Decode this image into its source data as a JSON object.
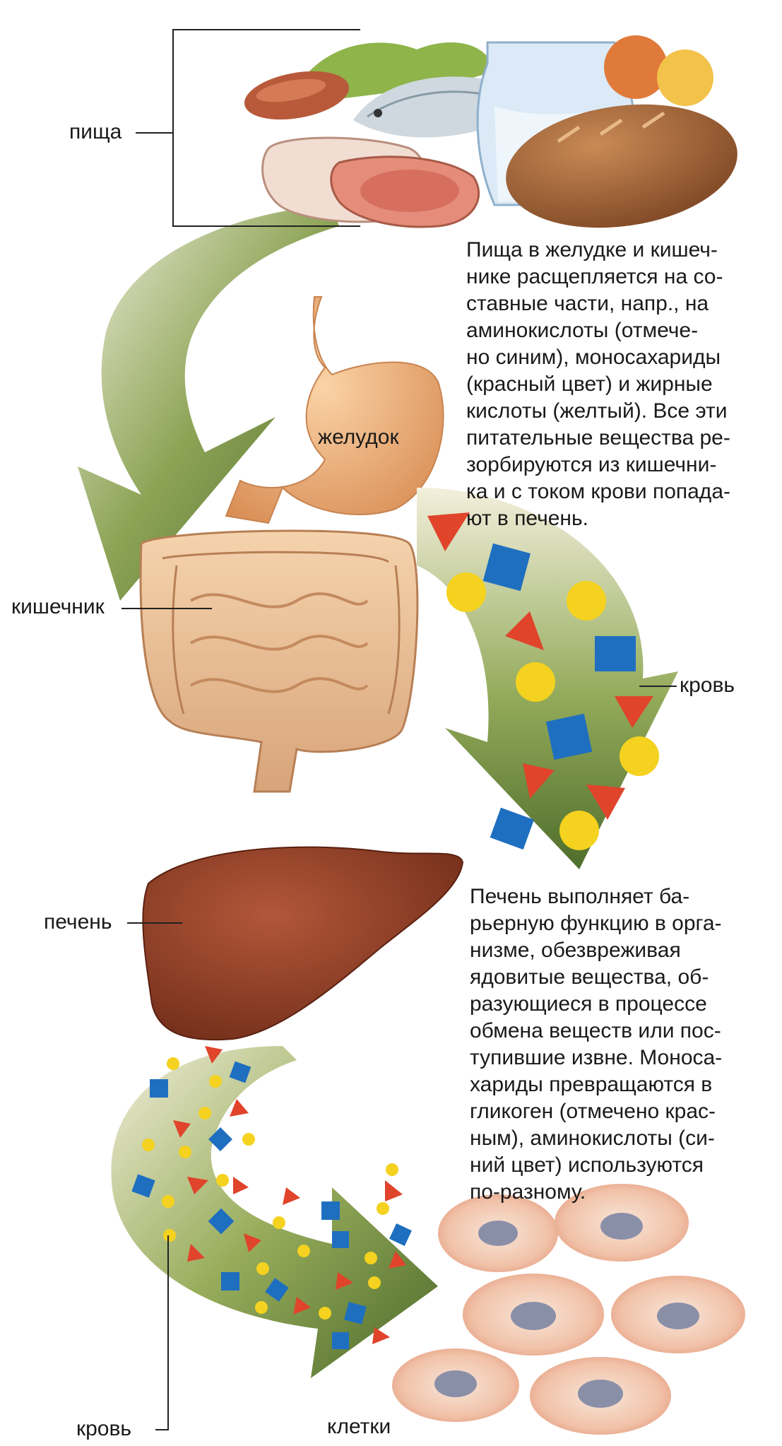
{
  "labels": {
    "food": "пища",
    "stomach": "желудок",
    "intestine": "кишечник",
    "blood_top": "кровь",
    "liver": "печень",
    "blood_bottom": "кровь",
    "cells": "клетки"
  },
  "paragraph_digestion": [
    "Пища в желудке и кишеч-",
    "нике расщепляется на со-",
    "ставные части, напр., на",
    "аминокислоты (отмече-",
    "но синим), моносахариды",
    "(красный цвет) и жирные",
    "кислоты (желтый). Все эти",
    "питательные вещества ре-",
    "зорбируются из кишечни-",
    "ка и с током крови попада-",
    "ют в печень."
  ],
  "paragraph_liver": [
    "Печень выполняет ба-",
    "рьерную функцию в орга-",
    "низме, обезвреживая",
    "ядовитые вещества, об-",
    "разующиеся в процессе",
    "обмена веществ или пос-",
    "тупившие извне. Моноса-",
    "хариды превращаются в",
    "гликоген (отмечено крас-",
    "ным), аминокислоты (си-",
    "ний цвет) используются",
    "по-разному."
  ],
  "legend_colors": {
    "amino_acids": "#1f6fc0",
    "monosaccharides": "#e0442b",
    "fatty_acids": "#f4d21f",
    "arrow": "#6e8a3a",
    "liver": "#8a3a22",
    "stomach": "#e6a56a"
  }
}
